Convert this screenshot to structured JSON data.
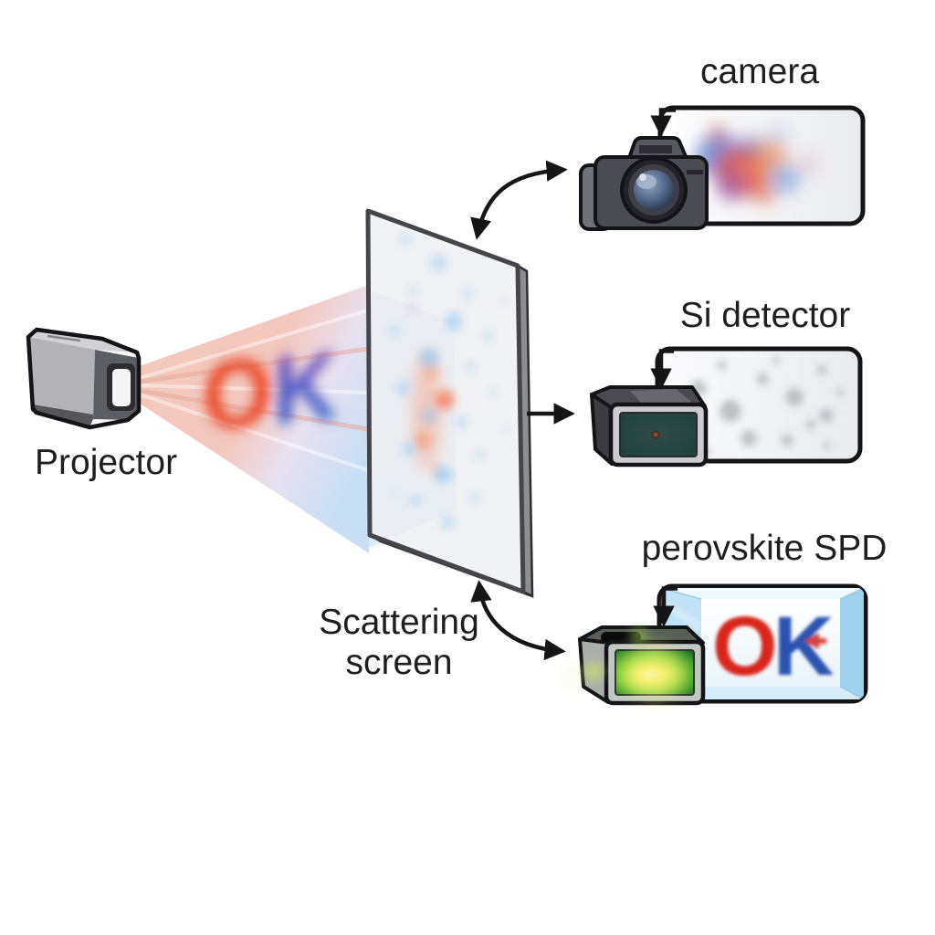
{
  "labels": {
    "projector": "Projector",
    "scattering_screen": [
      "Scattering",
      "screen"
    ],
    "camera": "camera",
    "si_detector": "Si detector",
    "perovskite_spd": "perovskite SPD"
  },
  "beam": {
    "letters": [
      "O",
      "K"
    ]
  },
  "spd_panel": {
    "letters": [
      "O",
      "K"
    ]
  },
  "colors": {
    "beam_letter_red": "#e8401c",
    "beam_letter_blue": "#2b62c8",
    "beam_letter_purple": "#8a4aae",
    "beam_pink": "#f4c6ba",
    "beam_lightblue": "#c3dcf2",
    "spd_letter_red": "#d9251b",
    "spd_letter_blue": "#2a52b0",
    "spd_glow_green": "#8ed23a",
    "spd_glow_yellow": "#f2ee5e",
    "screen_fill": "#edeff1",
    "outline": "#141418",
    "label_text": "#1f1f23"
  }
}
